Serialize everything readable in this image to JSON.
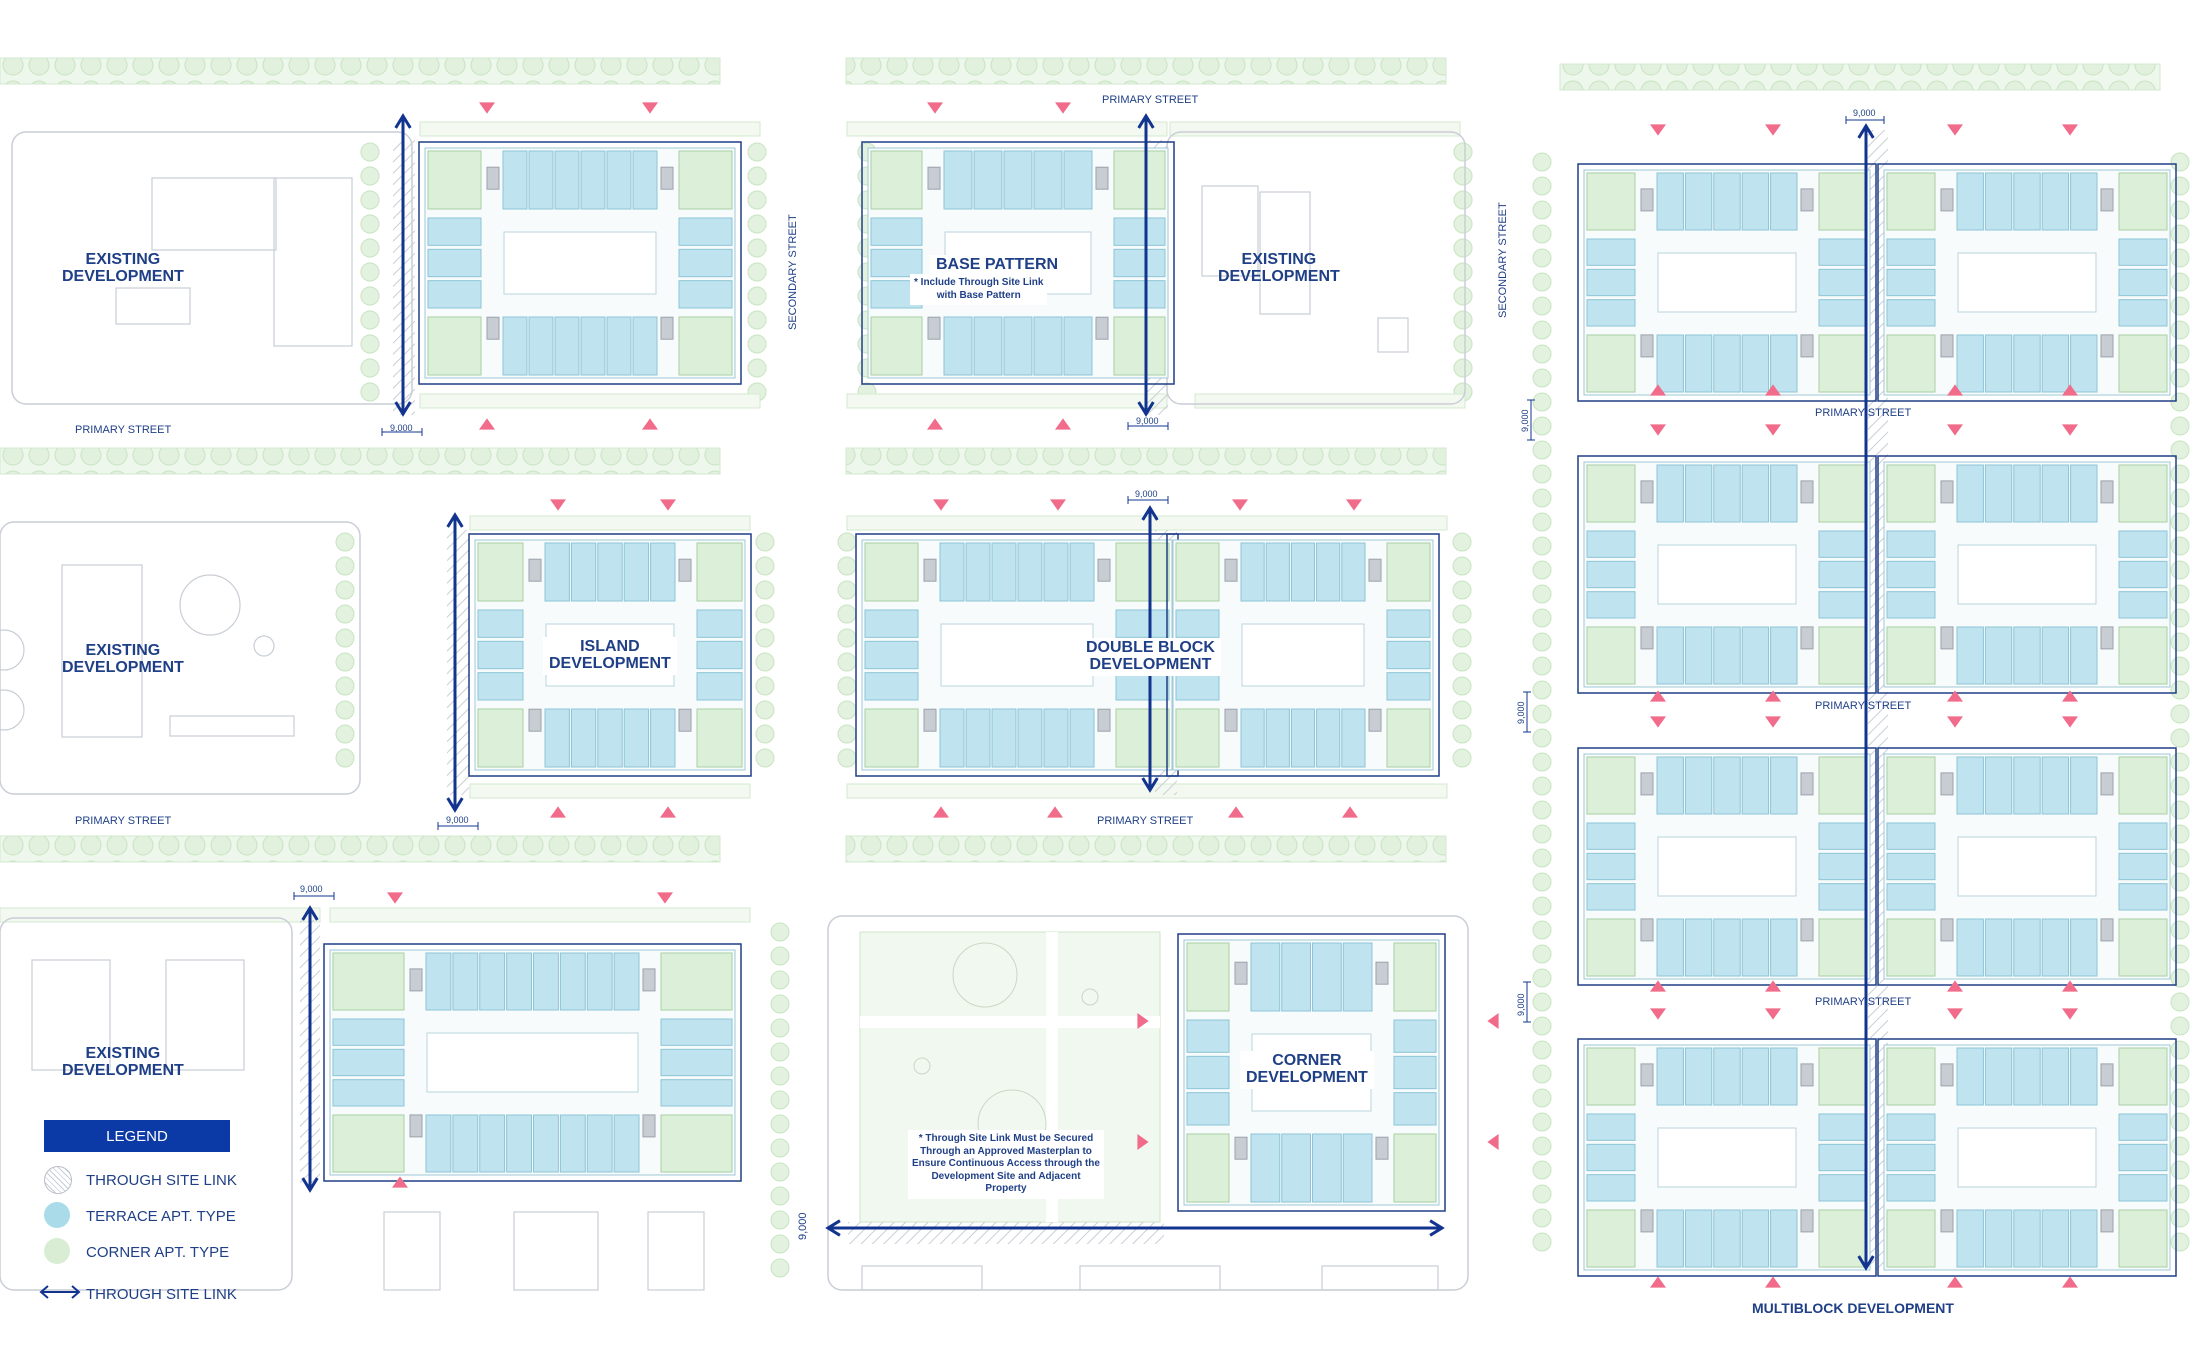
{
  "labels": {
    "existing": "EXISTING\nDEVELOPMENT",
    "base_pattern": "BASE PATTERN",
    "base_note": "* Include Through Site Link\nwith Base Pattern",
    "island": "ISLAND\nDEVELOPMENT",
    "double_block": "DOUBLE BLOCK\nDEVELOPMENT",
    "corner": "CORNER\nDEVELOPMENT",
    "multiblock": "MULTIBLOCK DEVELOPMENT",
    "corner_note": "* Through Site Link Must be Secured\nThrough an Approved Masterplan to\nEnsure Continuous Access through the\nDevelopment Site and Adjacent\nProperty"
  },
  "streets": {
    "primary": "PRIMARY STREET",
    "secondary": "SECONDARY STREET"
  },
  "dimension": "9,000",
  "legend": {
    "title": "LEGEND",
    "items": [
      {
        "label": "THROUGH SITE LINK",
        "icon": "hatch-circle-icon"
      },
      {
        "label": "TERRACE APT. TYPE",
        "icon": "blue-circle-icon"
      },
      {
        "label": "CORNER APT. TYPE",
        "icon": "green-circle-icon"
      },
      {
        "label": "THROUGH SITE LINK",
        "icon": "double-arrow-icon"
      }
    ]
  },
  "colors": {
    "navy": "#1f3f86",
    "link_arrow": "#12348f",
    "terrace_blue": "#bfe4ef",
    "corner_green": "#dcefd9",
    "tree_green": "#e3f2df",
    "entry_marker": "#f06c8a",
    "outline_grey": "#c9ced6",
    "legend_bg": "#0b3aa6"
  }
}
